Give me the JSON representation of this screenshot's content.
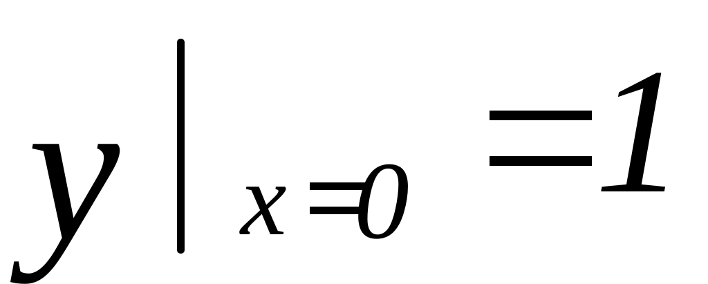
{
  "formula": {
    "function_symbol": "y",
    "subscript_variable": "x",
    "subscript_value": "0",
    "result": "1"
  }
}
